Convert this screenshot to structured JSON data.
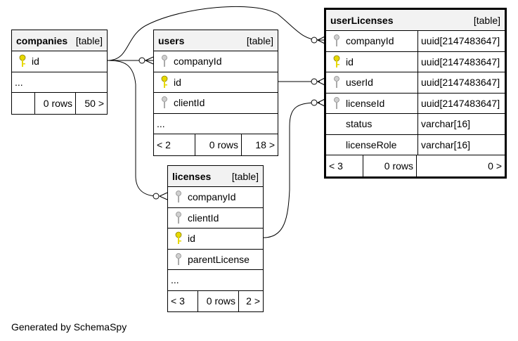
{
  "footer": "Generated by SchemaSpy",
  "colors": {
    "primary_key": "#e6d800",
    "foreign_key": "#aaaaaa",
    "header_bg": "#f2f2f2"
  },
  "tables": {
    "companies": {
      "name": "companies",
      "type_label": "[table]",
      "columns": [
        {
          "name": "id",
          "key": "primary"
        }
      ],
      "more": "...",
      "footer": {
        "left": "",
        "rows": "0 rows",
        "right": "50 >"
      }
    },
    "users": {
      "name": "users",
      "type_label": "[table]",
      "columns": [
        {
          "name": "companyId",
          "key": "foreign"
        },
        {
          "name": "id",
          "key": "primary"
        },
        {
          "name": "clientId",
          "key": "foreign"
        }
      ],
      "more": "...",
      "footer": {
        "left": "< 2",
        "rows": "0 rows",
        "right": "18 >"
      }
    },
    "licenses": {
      "name": "licenses",
      "type_label": "[table]",
      "columns": [
        {
          "name": "companyId",
          "key": "foreign"
        },
        {
          "name": "clientId",
          "key": "foreign"
        },
        {
          "name": "id",
          "key": "primary"
        },
        {
          "name": "parentLicense",
          "key": "foreign"
        }
      ],
      "more": "...",
      "footer": {
        "left": "< 3",
        "rows": "0 rows",
        "right": "2 >"
      }
    },
    "userLicenses": {
      "name": "userLicenses",
      "type_label": "[table]",
      "columns": [
        {
          "name": "companyId",
          "key": "foreign",
          "type": "uuid[2147483647]"
        },
        {
          "name": "id",
          "key": "primary",
          "type": "uuid[2147483647]"
        },
        {
          "name": "userId",
          "key": "foreign",
          "type": "uuid[2147483647]"
        },
        {
          "name": "licenseId",
          "key": "foreign",
          "type": "uuid[2147483647]"
        },
        {
          "name": "status",
          "key": "none",
          "type": "varchar[16]"
        },
        {
          "name": "licenseRole",
          "key": "none",
          "type": "varchar[16]"
        }
      ],
      "footer": {
        "left": "< 3",
        "rows": "0 rows",
        "right": "0 >"
      }
    }
  }
}
